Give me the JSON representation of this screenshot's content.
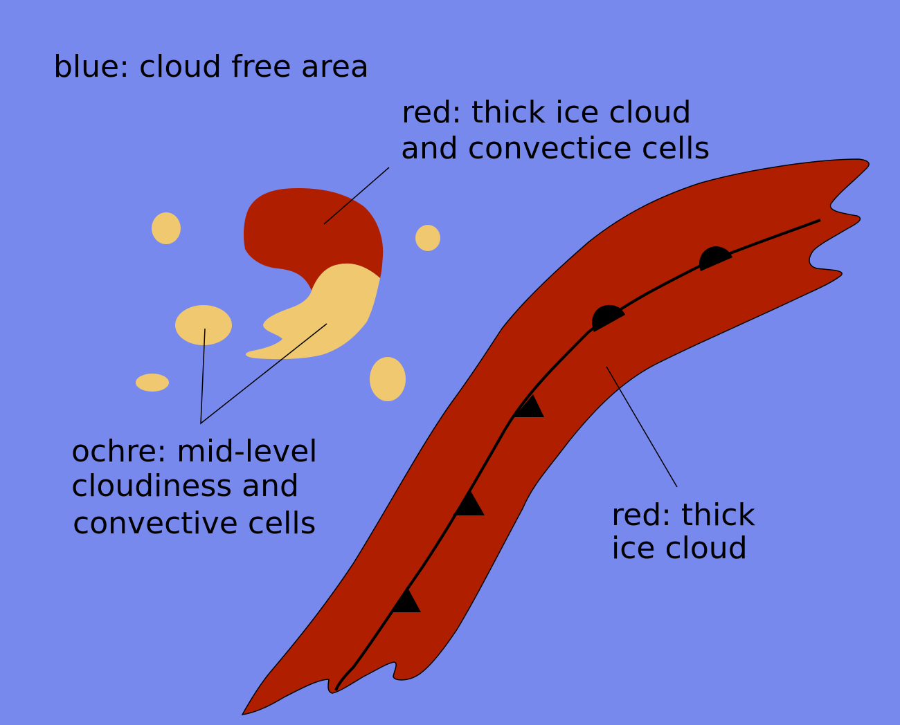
{
  "colors": {
    "background": "#7889ee",
    "red": "#b01e00",
    "ochre": "#f0c870",
    "front": "#000000"
  },
  "labels": {
    "blue": "blue: cloud free area",
    "red_convective_line1": "red: thick ice cloud",
    "red_convective_line2": "and convectice cells",
    "ochre_line1": "ochre: mid-level",
    "ochre_line2": "cloudiness and",
    "ochre_line3": "convective cells",
    "red_thick_line1": "red: thick",
    "red_thick_line2": "ice cloud"
  }
}
